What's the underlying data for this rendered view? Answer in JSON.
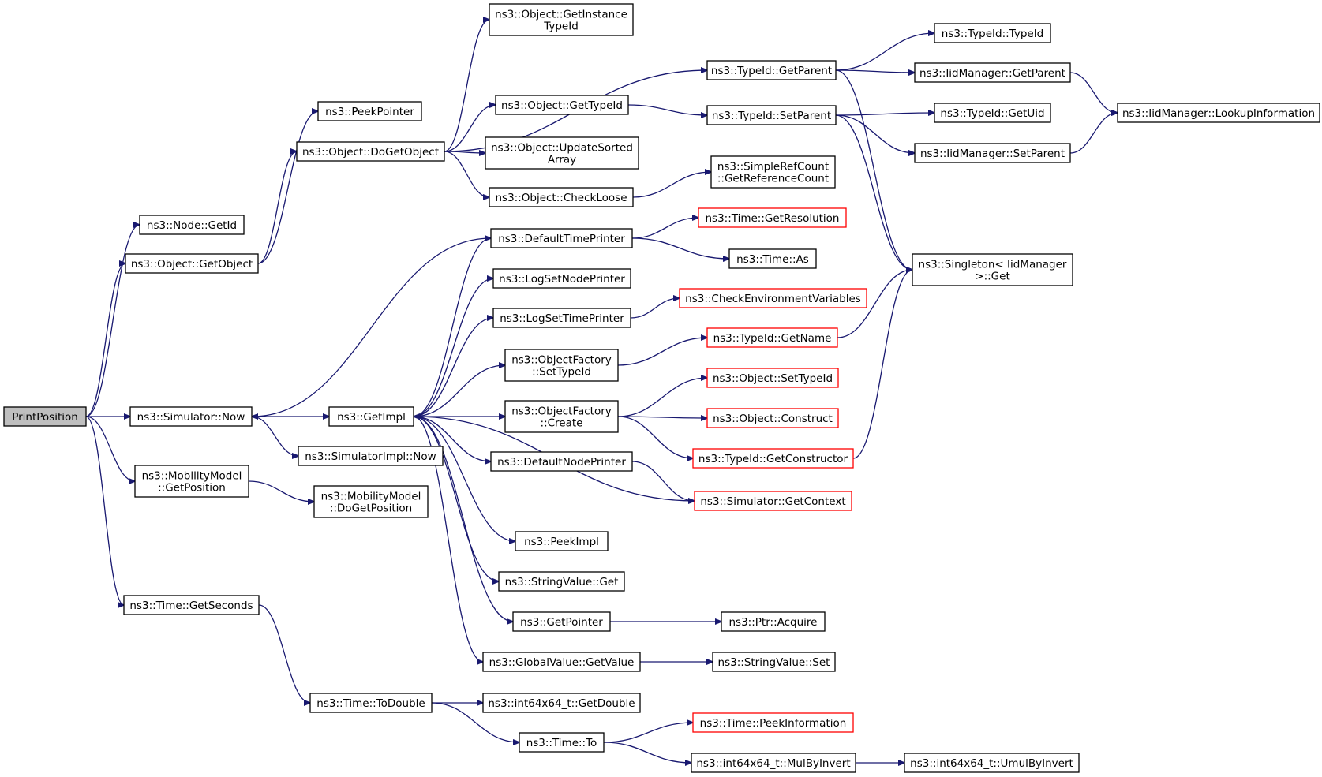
{
  "graph": {
    "type": "call-graph",
    "root": "PrintPosition",
    "colors": {
      "edge": "#191970",
      "node_border": "#000000",
      "truncated_border": "#ff0000",
      "root_fill": "#bfbfbf"
    },
    "nodes": [
      {
        "id": "printpos",
        "lines": [
          "PrintPosition"
        ],
        "style": "root"
      },
      {
        "id": "node-getid",
        "lines": [
          "ns3::Node::GetId"
        ]
      },
      {
        "id": "obj-getobject",
        "lines": [
          "ns3::Object::GetObject"
        ]
      },
      {
        "id": "sim-now",
        "lines": [
          "ns3::Simulator::Now"
        ]
      },
      {
        "id": "mm-getpos",
        "lines": [
          "ns3::MobilityModel",
          "::GetPosition"
        ]
      },
      {
        "id": "time-getsec",
        "lines": [
          "ns3::Time::GetSeconds"
        ]
      },
      {
        "id": "peekpointer",
        "lines": [
          "ns3::PeekPointer"
        ]
      },
      {
        "id": "obj-dogetobj",
        "lines": [
          "ns3::Object::DoGetObject"
        ]
      },
      {
        "id": "getimpl",
        "lines": [
          "ns3::GetImpl"
        ]
      },
      {
        "id": "simimpl-now",
        "lines": [
          "ns3::SimulatorImpl::Now"
        ]
      },
      {
        "id": "mm-dogetpos",
        "lines": [
          "ns3::MobilityModel",
          "::DoGetPosition"
        ]
      },
      {
        "id": "time-todouble",
        "lines": [
          "ns3::Time::ToDouble"
        ]
      },
      {
        "id": "obj-getinst",
        "lines": [
          "ns3::Object::GetInstance",
          "TypeId"
        ]
      },
      {
        "id": "obj-gettypeid",
        "lines": [
          "ns3::Object::GetTypeId"
        ]
      },
      {
        "id": "obj-updsorted",
        "lines": [
          "ns3::Object::UpdateSorted",
          "Array"
        ]
      },
      {
        "id": "obj-checkloose",
        "lines": [
          "ns3::Object::CheckLoose"
        ]
      },
      {
        "id": "deftimeprinter",
        "lines": [
          "ns3::DefaultTimePrinter"
        ]
      },
      {
        "id": "logsetnode",
        "lines": [
          "ns3::LogSetNodePrinter"
        ]
      },
      {
        "id": "logsettime",
        "lines": [
          "ns3::LogSetTimePrinter"
        ]
      },
      {
        "id": "objfac-settype",
        "lines": [
          "ns3::ObjectFactory",
          "::SetTypeId"
        ]
      },
      {
        "id": "objfac-create",
        "lines": [
          "ns3::ObjectFactory",
          "::Create"
        ]
      },
      {
        "id": "defnodeprinter",
        "lines": [
          "ns3::DefaultNodePrinter"
        ]
      },
      {
        "id": "peekimpl",
        "lines": [
          "ns3::PeekImpl"
        ]
      },
      {
        "id": "strval-get",
        "lines": [
          "ns3::StringValue::Get"
        ]
      },
      {
        "id": "getpointer",
        "lines": [
          "ns3::GetPointer"
        ]
      },
      {
        "id": "globval-getval",
        "lines": [
          "ns3::GlobalValue::GetValue"
        ]
      },
      {
        "id": "i64-getdouble",
        "lines": [
          "ns3::int64x64_t::GetDouble"
        ]
      },
      {
        "id": "time-to",
        "lines": [
          "ns3::Time::To"
        ]
      },
      {
        "id": "typeid-getparent",
        "lines": [
          "ns3::TypeId::GetParent"
        ]
      },
      {
        "id": "typeid-setparent",
        "lines": [
          "ns3::TypeId::SetParent"
        ]
      },
      {
        "id": "srefcount",
        "lines": [
          "ns3::SimpleRefCount",
          "::GetReferenceCount"
        ]
      },
      {
        "id": "time-getres",
        "lines": [
          "ns3::Time::GetResolution"
        ],
        "style": "truncated"
      },
      {
        "id": "time-as",
        "lines": [
          "ns3::Time::As"
        ]
      },
      {
        "id": "checkenv",
        "lines": [
          "ns3::CheckEnvironmentVariables"
        ],
        "style": "truncated"
      },
      {
        "id": "typeid-getname",
        "lines": [
          "ns3::TypeId::GetName"
        ],
        "style": "truncated"
      },
      {
        "id": "obj-settypeid",
        "lines": [
          "ns3::Object::SetTypeId"
        ],
        "style": "truncated"
      },
      {
        "id": "obj-construct",
        "lines": [
          "ns3::Object::Construct"
        ],
        "style": "truncated"
      },
      {
        "id": "typeid-getctor",
        "lines": [
          "ns3::TypeId::GetConstructor"
        ],
        "style": "truncated"
      },
      {
        "id": "sim-getctx",
        "lines": [
          "ns3::Simulator::GetContext"
        ],
        "style": "truncated"
      },
      {
        "id": "ptr-acquire",
        "lines": [
          "ns3::Ptr::Acquire"
        ]
      },
      {
        "id": "strval-set",
        "lines": [
          "ns3::StringValue::Set"
        ]
      },
      {
        "id": "time-peekinfo",
        "lines": [
          "ns3::Time::PeekInformation"
        ],
        "style": "truncated"
      },
      {
        "id": "i64-mulbyinv",
        "lines": [
          "ns3::int64x64_t::MulByInvert"
        ]
      },
      {
        "id": "typeid-typeid",
        "lines": [
          "ns3::TypeId::TypeId"
        ]
      },
      {
        "id": "iidmgr-getparent",
        "lines": [
          "ns3::IidManager::GetParent"
        ]
      },
      {
        "id": "typeid-getuid",
        "lines": [
          "ns3::TypeId::GetUid"
        ]
      },
      {
        "id": "iidmgr-setparent",
        "lines": [
          "ns3::IidManager::SetParent"
        ]
      },
      {
        "id": "singleton-get",
        "lines": [
          "ns3::Singleton< IidManager",
          ">::Get"
        ]
      },
      {
        "id": "i64-umulbyinv",
        "lines": [
          "ns3::int64x64_t::UmulByInvert"
        ]
      },
      {
        "id": "iidmgr-lookup",
        "lines": [
          "ns3::IidManager::LookupInformation"
        ]
      }
    ],
    "edges": [
      [
        "printpos",
        "node-getid"
      ],
      [
        "printpos",
        "obj-getobject"
      ],
      [
        "printpos",
        "sim-now"
      ],
      [
        "printpos",
        "mm-getpos"
      ],
      [
        "printpos",
        "time-getsec"
      ],
      [
        "obj-getobject",
        "peekpointer"
      ],
      [
        "obj-getobject",
        "obj-dogetobj"
      ],
      [
        "obj-dogetobj",
        "obj-getinst"
      ],
      [
        "obj-dogetobj",
        "obj-gettypeid"
      ],
      [
        "obj-dogetobj",
        "obj-updsorted"
      ],
      [
        "obj-dogetobj",
        "obj-checkloose"
      ],
      [
        "obj-dogetobj",
        "typeid-getparent"
      ],
      [
        "obj-gettypeid",
        "typeid-setparent"
      ],
      [
        "obj-checkloose",
        "srefcount"
      ],
      [
        "sim-now",
        "getimpl"
      ],
      [
        "sim-now",
        "simimpl-now"
      ],
      [
        "mm-getpos",
        "mm-dogetpos"
      ],
      [
        "time-getsec",
        "time-todouble"
      ],
      [
        "time-todouble",
        "i64-getdouble"
      ],
      [
        "time-todouble",
        "time-to"
      ],
      [
        "time-to",
        "time-peekinfo"
      ],
      [
        "time-to",
        "i64-mulbyinv"
      ],
      [
        "i64-mulbyinv",
        "i64-umulbyinv"
      ],
      [
        "getimpl",
        "deftimeprinter"
      ],
      [
        "getimpl",
        "logsetnode"
      ],
      [
        "getimpl",
        "logsettime"
      ],
      [
        "getimpl",
        "objfac-settype"
      ],
      [
        "getimpl",
        "objfac-create"
      ],
      [
        "getimpl",
        "defnodeprinter"
      ],
      [
        "getimpl",
        "peekimpl"
      ],
      [
        "getimpl",
        "strval-get"
      ],
      [
        "getimpl",
        "getpointer"
      ],
      [
        "getimpl",
        "globval-getval"
      ],
      [
        "deftimeprinter",
        "sim-now"
      ],
      [
        "deftimeprinter",
        "time-getres"
      ],
      [
        "deftimeprinter",
        "time-as"
      ],
      [
        "logsettime",
        "checkenv"
      ],
      [
        "objfac-settype",
        "typeid-getname"
      ],
      [
        "objfac-create",
        "obj-settypeid"
      ],
      [
        "objfac-create",
        "obj-construct"
      ],
      [
        "objfac-create",
        "typeid-getctor"
      ],
      [
        "defnodeprinter",
        "sim-getctx"
      ],
      [
        "sim-getctx",
        "getimpl"
      ],
      [
        "getpointer",
        "ptr-acquire"
      ],
      [
        "globval-getval",
        "strval-set"
      ],
      [
        "typeid-getparent",
        "typeid-typeid"
      ],
      [
        "typeid-getparent",
        "iidmgr-getparent"
      ],
      [
        "typeid-getparent",
        "singleton-get"
      ],
      [
        "typeid-setparent",
        "typeid-getuid"
      ],
      [
        "typeid-setparent",
        "iidmgr-setparent"
      ],
      [
        "typeid-setparent",
        "singleton-get"
      ],
      [
        "iidmgr-getparent",
        "iidmgr-lookup"
      ],
      [
        "iidmgr-setparent",
        "iidmgr-lookup"
      ],
      [
        "typeid-getname",
        "singleton-get"
      ],
      [
        "typeid-getctor",
        "singleton-get"
      ]
    ]
  }
}
